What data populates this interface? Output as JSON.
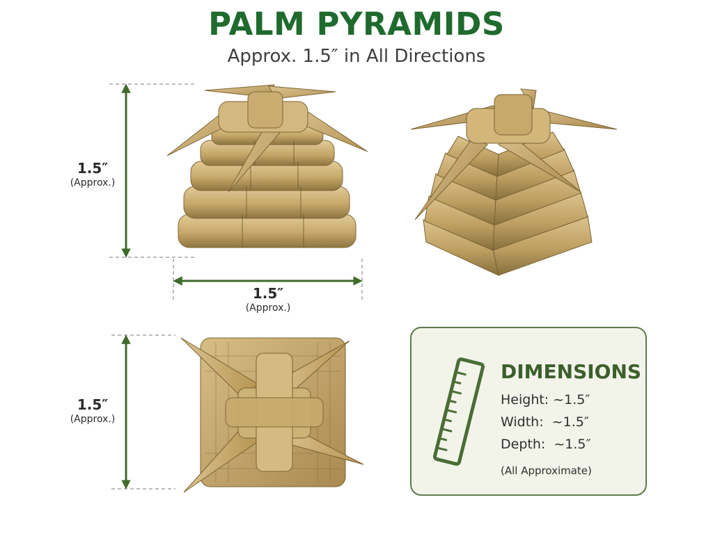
{
  "header": {
    "title": "PALM PYRAMIDS",
    "subtitle": "Approx. 1.5″ in All Directions"
  },
  "dimension_labels": {
    "side_height": {
      "value": "1.5″",
      "note": "(Approx.)"
    },
    "side_width": {
      "value": "1.5″",
      "note": "(Approx.)"
    },
    "top_depth": {
      "value": "1.5″",
      "note": "(Approx.)"
    }
  },
  "photos": {
    "side_view": "woven palm pyramid, side view",
    "angle_view": "woven palm pyramid, angled view",
    "top_view": "woven palm pyramid, top view"
  },
  "dimensions_panel": {
    "icon": "ruler-icon",
    "heading": "DIMENSIONS",
    "height": "Height: ~1.5″",
    "width": "Width:  ~1.5″",
    "depth": "Depth:  ~1.5″",
    "note": "(All Approximate)"
  },
  "colors": {
    "title_green": "#1f6b2e",
    "arrow_green": "#3f6b2b",
    "panel_border": "#5b7a4b",
    "panel_bg": "#f2f4ea",
    "palm_light": "#d8c08a",
    "palm_mid": "#c2a466",
    "palm_dark": "#8e7540"
  }
}
